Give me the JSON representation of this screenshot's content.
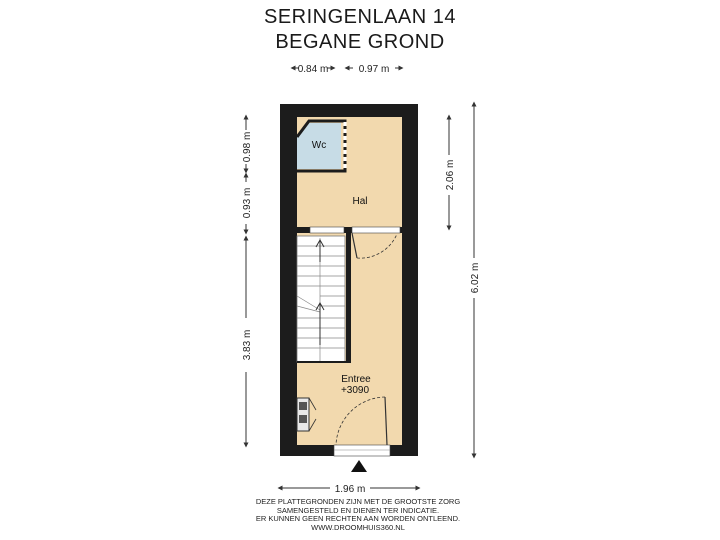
{
  "header": {
    "line1": "SERINGENLAAN 14",
    "line2": "BEGANE GROND"
  },
  "dimensions": {
    "top_left": "0.84 m",
    "top_right": "0.97 m",
    "left_top": "0.98 m",
    "left_mid": "0.93 m",
    "left_bottom": "3.83 m",
    "right_upper": "2.06 m",
    "right_total": "6.02 m",
    "bottom": "1.96 m"
  },
  "rooms": {
    "wc": "Wc",
    "hal": "Hal",
    "entree": "Entree",
    "entree_level": "+3090"
  },
  "colors": {
    "wall": "#1c1c1c",
    "floor": "#f2d9ae",
    "wc_floor": "#c7dce6",
    "stairs": "#ffffff",
    "dim_line": "#333333"
  },
  "footer": {
    "lines": [
      "DEZE PLATTEGRONDEN ZIJN MET DE GROOTSTE ZORG",
      "SAMENGESTELD EN DIENEN TER INDICATIE.",
      "ER KUNNEN GEEN RECHTEN AAN WORDEN ONTLEEND.",
      "WWW.DROOMHUIS360.NL"
    ]
  }
}
